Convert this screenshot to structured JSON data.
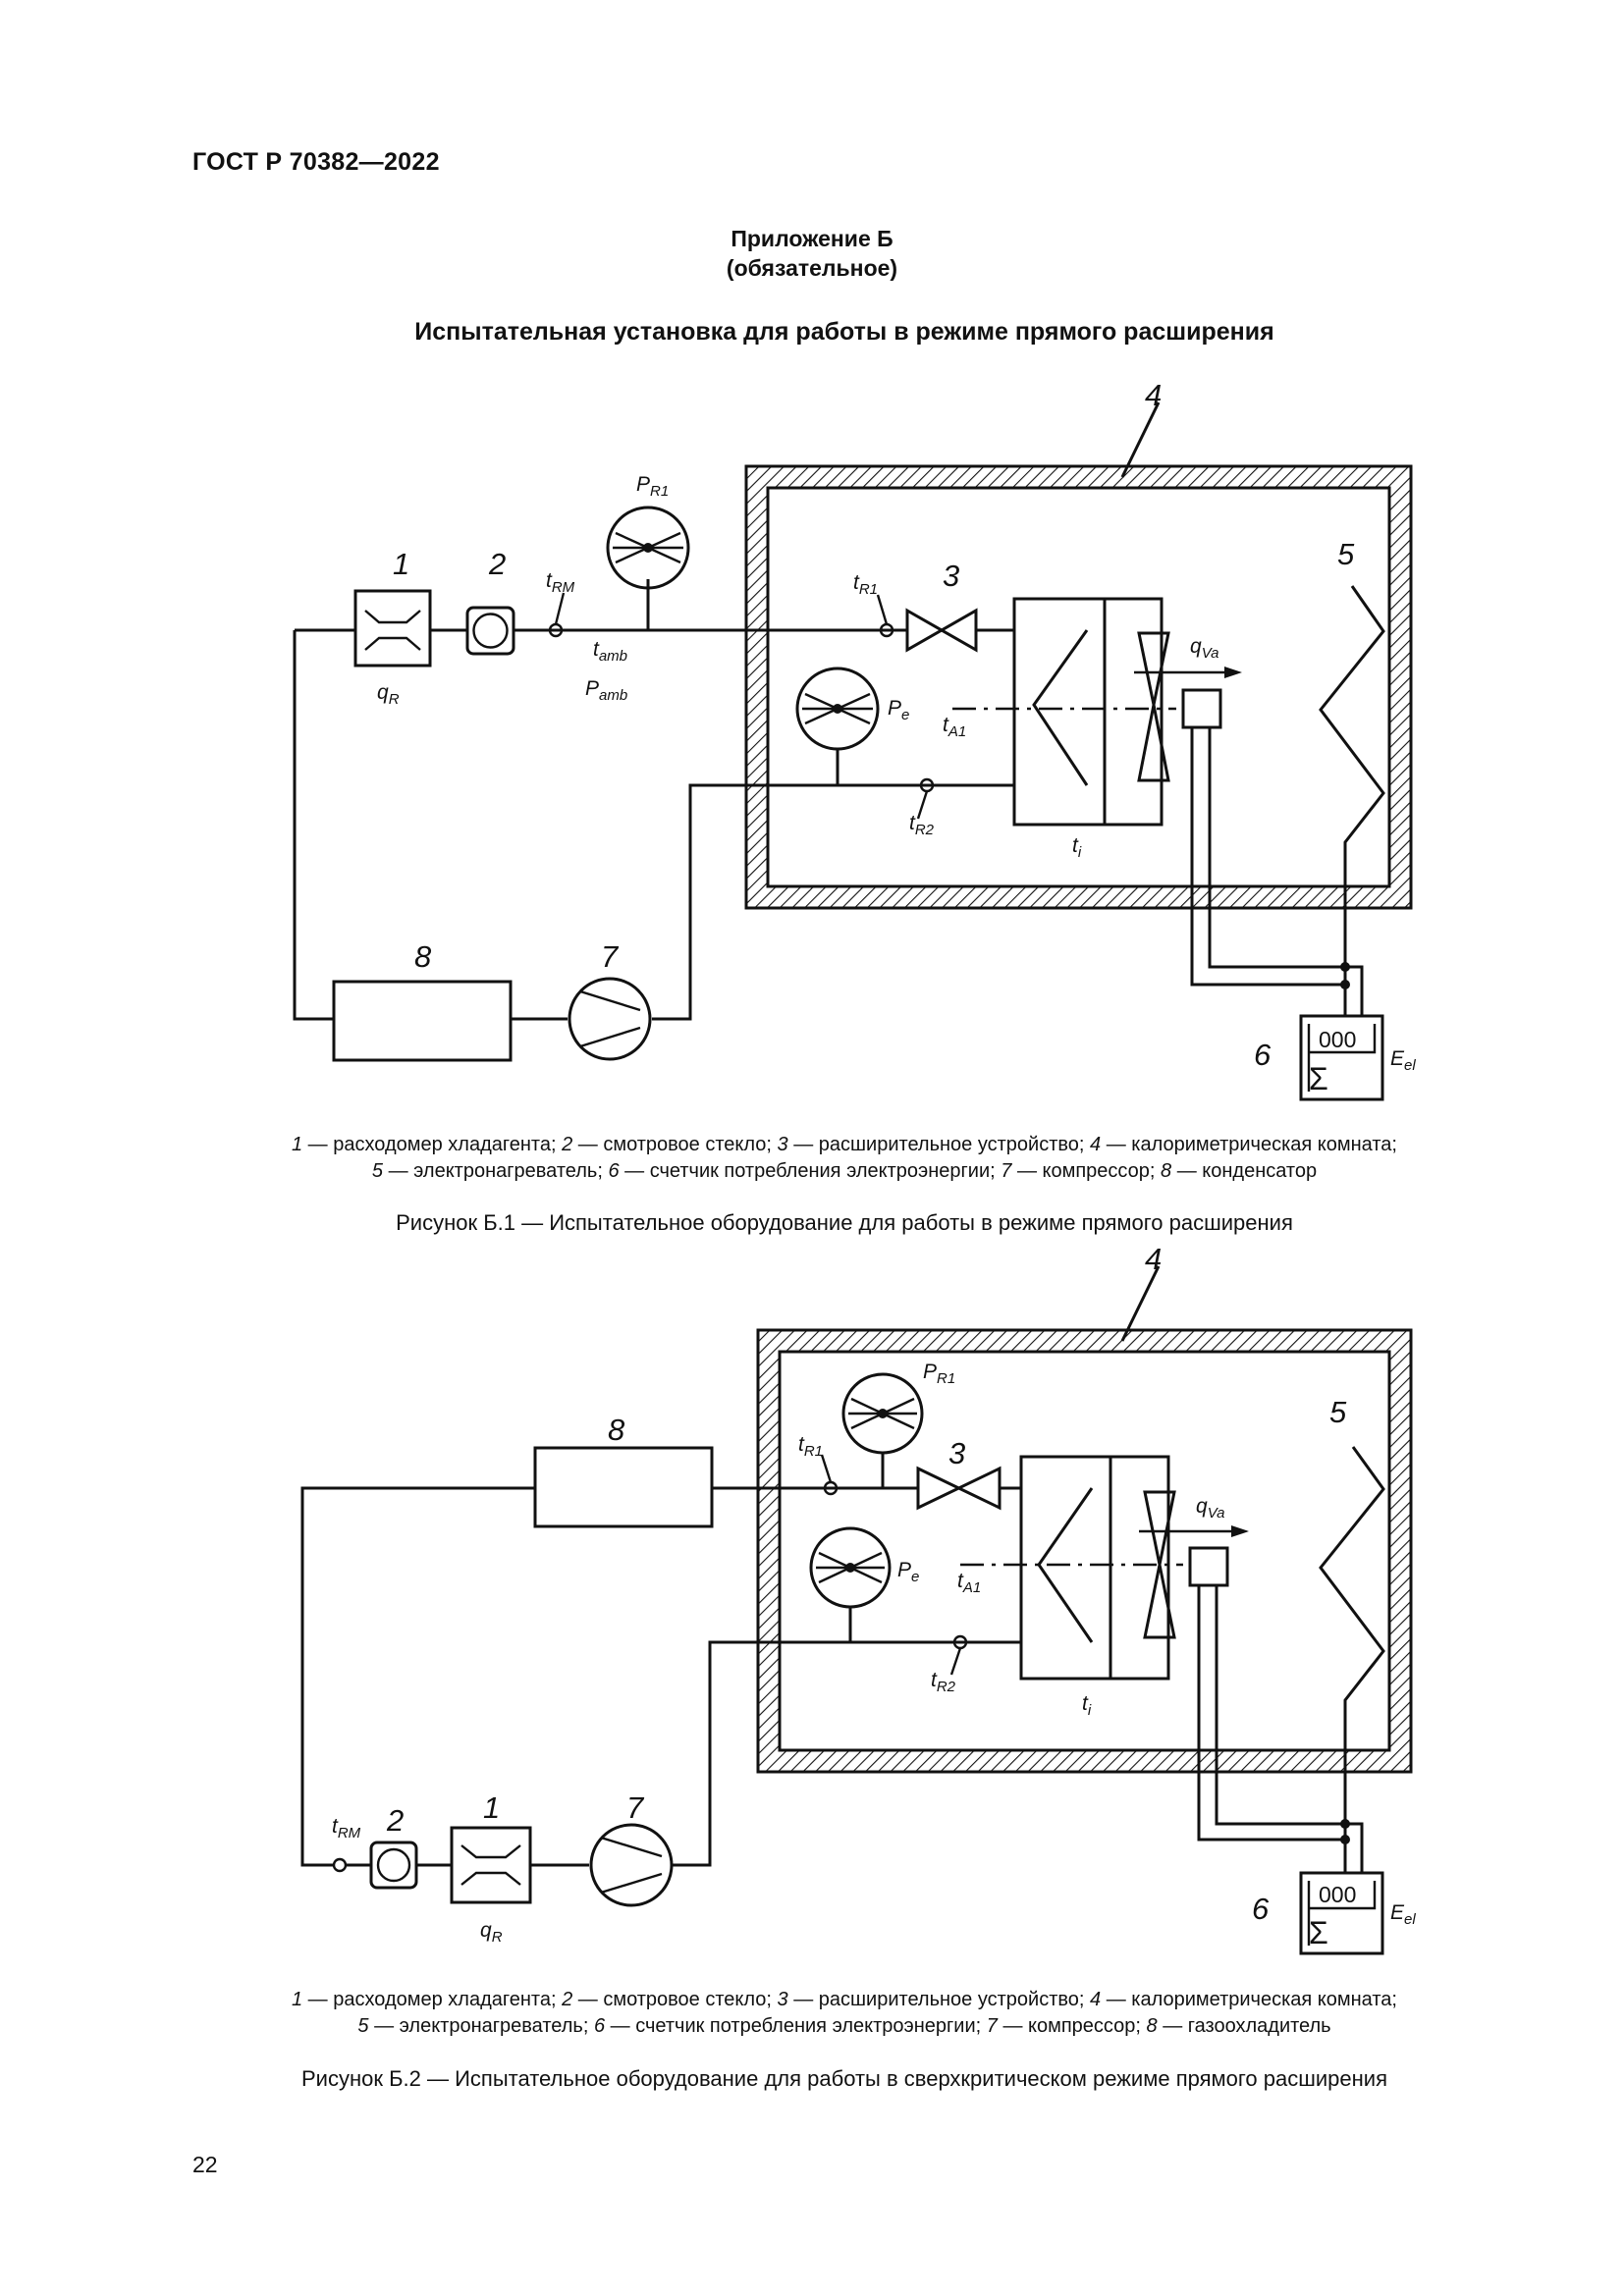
{
  "header": {
    "doc_id": "ГОСТ Р 70382—2022"
  },
  "annex": {
    "title": "Приложение Б",
    "subtitle": "(обязательное)"
  },
  "section_title": "Испытательная установка для работы в режиме прямого расширения",
  "figure1": {
    "numbers": {
      "n1": "1",
      "n2": "2",
      "n3": "3",
      "n4": "4",
      "n5": "5",
      "n6": "6",
      "n7": "7",
      "n8": "8"
    },
    "labels": {
      "qR": {
        "main": "q",
        "sub": "R"
      },
      "tRM": {
        "main": "t",
        "sub": "RM"
      },
      "PR1": {
        "main": "P",
        "sub": "R1"
      },
      "tamb": {
        "main": "t",
        "sub": "amb"
      },
      "Pamb": {
        "main": "P",
        "sub": "amb"
      },
      "tR1": {
        "main": "t",
        "sub": "R1"
      },
      "Pe": {
        "main": "P",
        "sub": "e"
      },
      "tA1": {
        "main": "t",
        "sub": "A1"
      },
      "tR2": {
        "main": "t",
        "sub": "R2"
      },
      "ti": {
        "main": "t",
        "sub": "i"
      },
      "qVa": {
        "main": "q",
        "sub": "Va"
      },
      "Eel": {
        "main": "E",
        "sub": "el"
      }
    },
    "meter": {
      "digits": "000",
      "symbol": "Σ"
    },
    "legend": [
      [
        {
          "n": "1",
          "t": " — расходомер хладагента; "
        },
        {
          "n": "2",
          "t": " — смотровое стекло; "
        },
        {
          "n": "3",
          "t": " — расширительное устройство; "
        },
        {
          "n": "4",
          "t": " — калориметрическая комната;"
        }
      ],
      [
        {
          "n": "5",
          "t": " — электронагреватель; "
        },
        {
          "n": "6",
          "t": " — счетчик потребления электроэнергии; "
        },
        {
          "n": "7",
          "t": " — компрессор; "
        },
        {
          "n": "8",
          "t": " — конденсатор"
        }
      ]
    ],
    "caption": "Рисунок Б.1 — Испытательное оборудование для работы в режиме прямого расширения"
  },
  "figure2": {
    "numbers": {
      "n1": "1",
      "n2": "2",
      "n3": "3",
      "n4": "4",
      "n5": "5",
      "n6": "6",
      "n7": "7",
      "n8": "8"
    },
    "labels": {
      "qR": {
        "main": "q",
        "sub": "R"
      },
      "tRM": {
        "main": "t",
        "sub": "RM"
      },
      "PR1": {
        "main": "P",
        "sub": "R1"
      },
      "tR1": {
        "main": "t",
        "sub": "R1"
      },
      "Pe": {
        "main": "P",
        "sub": "e"
      },
      "tA1": {
        "main": "t",
        "sub": "A1"
      },
      "tR2": {
        "main": "t",
        "sub": "R2"
      },
      "ti": {
        "main": "t",
        "sub": "i"
      },
      "qVa": {
        "main": "q",
        "sub": "Va"
      },
      "Eel": {
        "main": "E",
        "sub": "el"
      }
    },
    "meter": {
      "digits": "000",
      "symbol": "Σ"
    },
    "legend": [
      [
        {
          "n": "1",
          "t": " — расходомер хладагента; "
        },
        {
          "n": "2",
          "t": " — смотровое стекло; "
        },
        {
          "n": "3",
          "t": " — расширительное устройство; "
        },
        {
          "n": "4",
          "t": " — калориметрическая комната;"
        }
      ],
      [
        {
          "n": "5",
          "t": " — электронагреватель; "
        },
        {
          "n": "6",
          "t": " — счетчик потребления электроэнергии; "
        },
        {
          "n": "7",
          "t": " — компрессор; "
        },
        {
          "n": "8",
          "t": " — газоохладитель"
        }
      ]
    ],
    "caption": "Рисунок Б.2 — Испытательное оборудование для работы в сверхкритическом режиме прямого расширения"
  },
  "page_number": "22"
}
